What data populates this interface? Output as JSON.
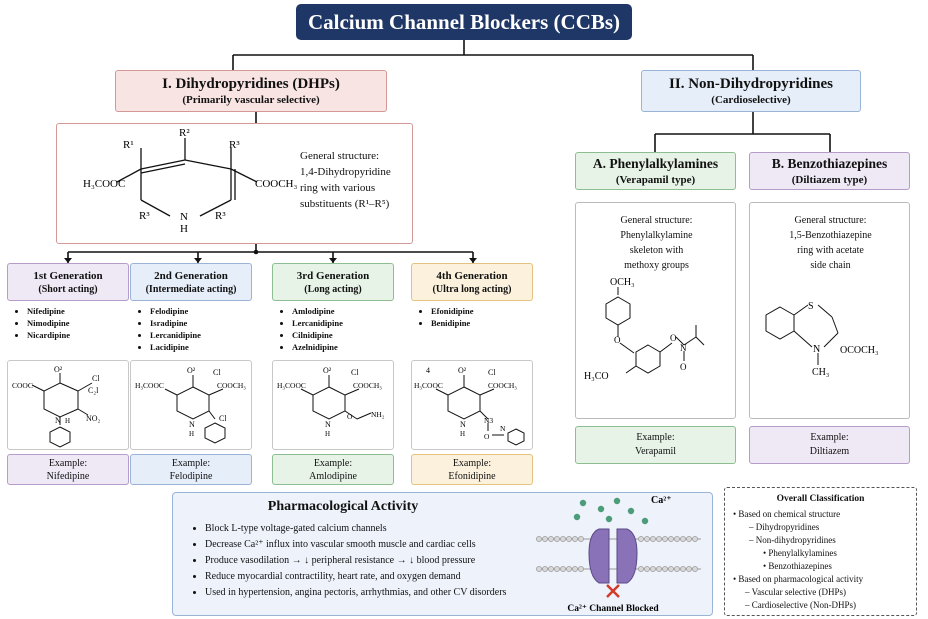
{
  "title": "Calcium Channel Blockers (CCBs)",
  "dhp": {
    "heading": "I. Dihydropyridines (DHPs)",
    "subheading": "(Primarily vascular selective)",
    "general_structure": [
      "General structure:",
      "1,4-Dihydropyridine",
      "ring with various",
      "substituents (R¹–R⁵)"
    ],
    "structure_labels": {
      "r1": "R¹",
      "r2": "R²",
      "r3": "R³",
      "r3b": "R³",
      "r3c": "R³",
      "left": "H₃COOC",
      "right": "COOCH₃",
      "n": "N",
      "h": "H"
    }
  },
  "non_dhp": {
    "heading": "II. Non-Dihydropyridines",
    "subheading": "(Cardioselective)"
  },
  "generations": [
    {
      "title": "1st Generation",
      "subtitle": "(Short acting)",
      "drugs": [
        "Nifedipine",
        "Nimodipine",
        "Nicardipine"
      ],
      "example_label": "Example:",
      "example": "Nifedipine",
      "color": "#efe8f5",
      "border": "#b59cc9"
    },
    {
      "title": "2nd Generation",
      "subtitle": "(Intermediate acting)",
      "drugs": [
        "Felodipine",
        "Isradipine",
        "Lercanidipine",
        "Lacidipine"
      ],
      "example_label": "Example:",
      "example": "Felodipine",
      "color": "#e6eef9",
      "border": "#9ab4d8"
    },
    {
      "title": "3rd Generation",
      "subtitle": "(Long acting)",
      "drugs": [
        "Amlodipine",
        "Lercanidipine",
        "Cilnidipine",
        "Azelnidipine"
      ],
      "example_label": "Example:",
      "example": "Amlodipine",
      "color": "#e7f3e7",
      "border": "#8dbe91"
    },
    {
      "title": "4th Generation",
      "subtitle": "(Ultra long acting)",
      "drugs": [
        "Efonidipine",
        "Benidipine"
      ],
      "example_label": "Example:",
      "example": "Efonidipine",
      "color": "#fbf1dd",
      "border": "#e3c27d"
    }
  ],
  "gen_mol_labels": {
    "g1": {
      "o": "O²",
      "cl": "Cl",
      "cl2": "C₂l",
      "ester": "COOC",
      "sub": "NO₂",
      "n": "N",
      "h": "H"
    },
    "g2": {
      "o": "O²",
      "cl": "Cl",
      "left": "H₃COOC",
      "right": "COOCH₃",
      "cl2": "Cl",
      "n": "N",
      "h": "H"
    },
    "g3": {
      "o": "O²",
      "cl": "Cl",
      "left": "H₃COOC",
      "right": "COOCH₃",
      "nh2": "NH₂",
      "n": "N",
      "h": "H",
      "ol": "O"
    },
    "g4": {
      "four": "4",
      "o": "O²",
      "cl": "Cl",
      "left": "H₃COOC",
      "right": "COOCH₃",
      "n3": "N3",
      "n": "N",
      "h": "H",
      "o2": "O",
      "n2": "N"
    }
  },
  "phenylalkylamines": {
    "heading": "A. Phenylalkylamines",
    "subheading": "(Verapamil type)",
    "description": [
      "General structure:",
      "Phenylalkylamine",
      "skeleton with",
      "methoxy groups"
    ],
    "labels": {
      "och3": "OCH₃",
      "h3co": "H₃CO",
      "o1": "O",
      "o2": "O",
      "n": "N",
      "o3": "O"
    },
    "example_label": "Example:",
    "example": "Verapamil"
  },
  "benzothiazepines": {
    "heading": "B. Benzothiazepines",
    "subheading": "(Diltiazem type)",
    "description": [
      "General structure:",
      "1,5-Benzothiazepine",
      "ring with acetate",
      "side chain"
    ],
    "labels": {
      "s": "S",
      "n": "N",
      "ococh3": "OCOCH₃",
      "ch3": "CH₃"
    },
    "example_label": "Example:",
    "example": "Diltiazem"
  },
  "pharmacology": {
    "heading": "Pharmacological Activity",
    "items": [
      "Block L-type voltage-gated calcium channels",
      "Decrease Ca²⁺ influx into vascular smooth muscle and cardiac cells",
      "Produce vasodilation → ↓ peripheral resistance → ↓ blood pressure",
      "Reduce myocardial contractility, heart rate, and oxygen demand",
      "Used in hypertension, angina pectoris, arrhythmias, and other CV disorders"
    ],
    "ion_label": "Ca²⁺",
    "blocked_label": "Ca²⁺ Channel Blocked"
  },
  "overall": {
    "heading": "Overall Classification",
    "lines": [
      "• Based on chemical structure",
      "– Dihydropyridines",
      "– Non-dihydropyridines",
      "• Phenylalkylamines",
      "• Benzothiazepines",
      "• Based on pharmacological activity",
      "– Vascular selective (DHPs)",
      "– Cardioselective (Non-DHPs)"
    ]
  }
}
